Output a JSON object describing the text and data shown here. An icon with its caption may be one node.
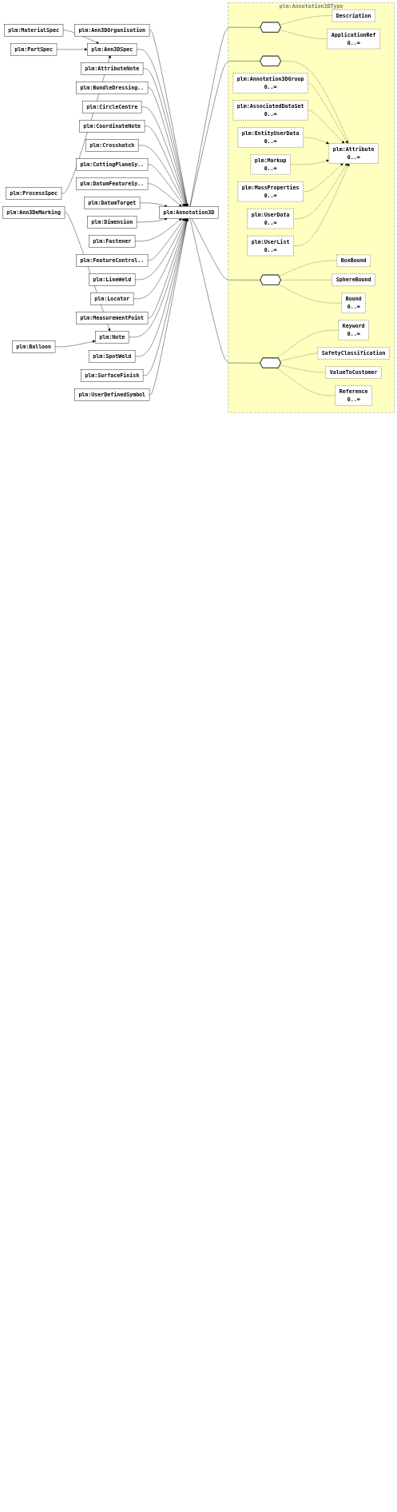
{
  "diagram": {
    "nodes": [
      {
        "text": [
          "plm:Annotation3D"
        ]
      },
      {
        "text": [
          "plm:Annotation3DType"
        ]
      },
      {
        "text": [],
        "shape": "hexagon",
        "in": 1
      },
      {
        "text": [
          "Description"
        ],
        "in": 1
      },
      {
        "text": [
          "ApplicationRef",
          "0..∞"
        ],
        "in": 1
      },
      {
        "text": [],
        "shape": "hexagon",
        "in": 1
      },
      {
        "text": [
          "plm:Attribute",
          "0..∞"
        ],
        "in": 1
      },
      {
        "text": [
          "plm:Annotation3DGroup",
          "0..∞"
        ],
        "in": 1
      },
      {
        "text": [
          "plm:AssociatedDataSet",
          "0..∞"
        ],
        "in": 1
      },
      {
        "text": [
          "plm:EntityUserData",
          "0..∞"
        ],
        "in": 1
      },
      {
        "text": [
          "plm:Markup",
          "0..∞"
        ],
        "in": 1
      },
      {
        "text": [
          "plm:MassProperties",
          "0..∞"
        ],
        "in": 1
      },
      {
        "text": [
          "plm:UserData",
          "0..∞"
        ],
        "in": 1
      },
      {
        "text": [
          "plm:UserList",
          "0..∞"
        ],
        "in": 1
      },
      {
        "text": [],
        "shape": "hexagon",
        "in": 1
      },
      {
        "text": [
          "BoxBound"
        ],
        "in": 1
      },
      {
        "text": [
          "SphereBound"
        ],
        "in": 1
      },
      {
        "text": [
          "Bound",
          "0..∞"
        ],
        "in": 1
      },
      {
        "text": [],
        "shape": "hexagon",
        "in": 1
      },
      {
        "text": [
          "Keyword",
          "0..∞"
        ],
        "in": 1
      },
      {
        "text": [
          "SafetyClassification"
        ],
        "in": 1
      },
      {
        "text": [
          "ValueToCustomer"
        ],
        "in": 1
      },
      {
        "text": [
          "Reference",
          "0..∞"
        ],
        "in": 1
      },
      {
        "text": [
          "plm:Ann3DOrganisation"
        ]
      },
      {
        "text": [
          "plm:Ann3DSpec"
        ]
      },
      {
        "text": [
          "plm:MaterialSpec"
        ]
      },
      {
        "text": [
          "plm:PartSpec"
        ]
      },
      {
        "text": [
          "plm:ProcessSpec"
        ]
      },
      {
        "text": [
          "plm:AttributeNote"
        ]
      },
      {
        "text": [
          "plm:BundleDressing.."
        ]
      },
      {
        "text": [
          "plm:CircleCentre"
        ]
      },
      {
        "text": [
          "plm:CoordinateNote"
        ]
      },
      {
        "text": [
          "plm:Crosshatch"
        ]
      },
      {
        "text": [
          "plm:CuttingPlaneSy.."
        ]
      },
      {
        "text": [
          "plm:DatumFeatureSy.."
        ]
      },
      {
        "text": [
          "plm:DatumTarget"
        ]
      },
      {
        "text": [
          "plm:Dimension"
        ]
      },
      {
        "text": [
          "plm:Fastener"
        ]
      },
      {
        "text": [
          "plm:FeatureControl.."
        ]
      },
      {
        "text": [
          "plm:LineWeld"
        ]
      },
      {
        "text": [
          "plm:Locator"
        ]
      },
      {
        "text": [
          "plm:MeasurementPoint"
        ]
      },
      {
        "text": [
          "plm:Note"
        ]
      },
      {
        "text": [
          "plm:Ann3DeMarking"
        ]
      },
      {
        "text": [
          "plm:Balloon"
        ]
      },
      {
        "text": [
          "plm:SpotWeld"
        ]
      },
      {
        "text": [
          "plm:SurfaceFinish"
        ]
      },
      {
        "text": [
          "plm:UserDefinedSymbol"
        ]
      }
    ],
    "edges": [
      {
        "from": 0,
        "to": 2,
        "arrow": "none"
      },
      {
        "from": 0,
        "to": 5,
        "arrow": "none"
      },
      {
        "from": 0,
        "to": 14,
        "arrow": "none"
      },
      {
        "from": 0,
        "to": 18,
        "arrow": "none"
      },
      {
        "from": 2,
        "to": 3,
        "arrow": "none",
        "style": "dashed"
      },
      {
        "from": 2,
        "to": 4,
        "arrow": "none",
        "style": "dashed"
      },
      {
        "from": 5,
        "to": 6,
        "arrow": "none",
        "style": "dashed"
      },
      {
        "from": 7,
        "to": 6,
        "arrow": "to",
        "style": "dashed"
      },
      {
        "from": 8,
        "to": 6,
        "arrow": "to",
        "style": "dashed"
      },
      {
        "from": 9,
        "to": 6,
        "arrow": "to",
        "style": "dashed"
      },
      {
        "from": 10,
        "to": 6,
        "arrow": "to",
        "style": "dashed"
      },
      {
        "from": 11,
        "to": 6,
        "arrow": "to",
        "style": "dashed"
      },
      {
        "from": 12,
        "to": 6,
        "arrow": "to",
        "style": "dashed"
      },
      {
        "from": 13,
        "to": 6,
        "arrow": "to",
        "style": "dashed"
      },
      {
        "from": 14,
        "to": 15,
        "arrow": "none",
        "style": "dashed"
      },
      {
        "from": 14,
        "to": 16,
        "arrow": "none",
        "style": "dashed"
      },
      {
        "from": 14,
        "to": 17,
        "arrow": "none",
        "style": "dashed"
      },
      {
        "from": 18,
        "to": 19,
        "arrow": "none",
        "style": "dashed"
      },
      {
        "from": 18,
        "to": 20,
        "arrow": "none",
        "style": "dashed"
      },
      {
        "from": 18,
        "to": 21,
        "arrow": "none",
        "style": "dashed"
      },
      {
        "from": 18,
        "to": 22,
        "arrow": "none",
        "style": "dashed"
      },
      {
        "from": 23,
        "to": 0,
        "arrow": "to"
      },
      {
        "from": 24,
        "to": 0,
        "arrow": "to"
      },
      {
        "from": 25,
        "to": 24,
        "arrow": "to"
      },
      {
        "from": 26,
        "to": 24,
        "arrow": "to"
      },
      {
        "from": 27,
        "to": 24,
        "arrow": "to"
      },
      {
        "from": 28,
        "to": 0,
        "arrow": "to"
      },
      {
        "from": 29,
        "to": 0,
        "arrow": "to"
      },
      {
        "from": 30,
        "to": 0,
        "arrow": "to"
      },
      {
        "from": 31,
        "to": 0,
        "arrow": "to"
      },
      {
        "from": 32,
        "to": 0,
        "arrow": "to"
      },
      {
        "from": 33,
        "to": 0,
        "arrow": "to"
      },
      {
        "from": 34,
        "to": 0,
        "arrow": "to"
      },
      {
        "from": 35,
        "to": 0,
        "arrow": "to"
      },
      {
        "from": 36,
        "to": 0,
        "arrow": "to"
      },
      {
        "from": 37,
        "to": 0,
        "arrow": "to"
      },
      {
        "from": 38,
        "to": 0,
        "arrow": "to"
      },
      {
        "from": 39,
        "to": 0,
        "arrow": "to"
      },
      {
        "from": 40,
        "to": 0,
        "arrow": "to"
      },
      {
        "from": 41,
        "to": 0,
        "arrow": "to"
      },
      {
        "from": 42,
        "to": 0,
        "arrow": "to"
      },
      {
        "from": 43,
        "to": 42,
        "arrow": "to"
      },
      {
        "from": 44,
        "to": 42,
        "arrow": "to"
      },
      {
        "from": 45,
        "to": 0,
        "arrow": "to"
      },
      {
        "from": 46,
        "to": 0,
        "arrow": "to"
      },
      {
        "from": 47,
        "to": 0,
        "arrow": "to"
      }
    ]
  }
}
